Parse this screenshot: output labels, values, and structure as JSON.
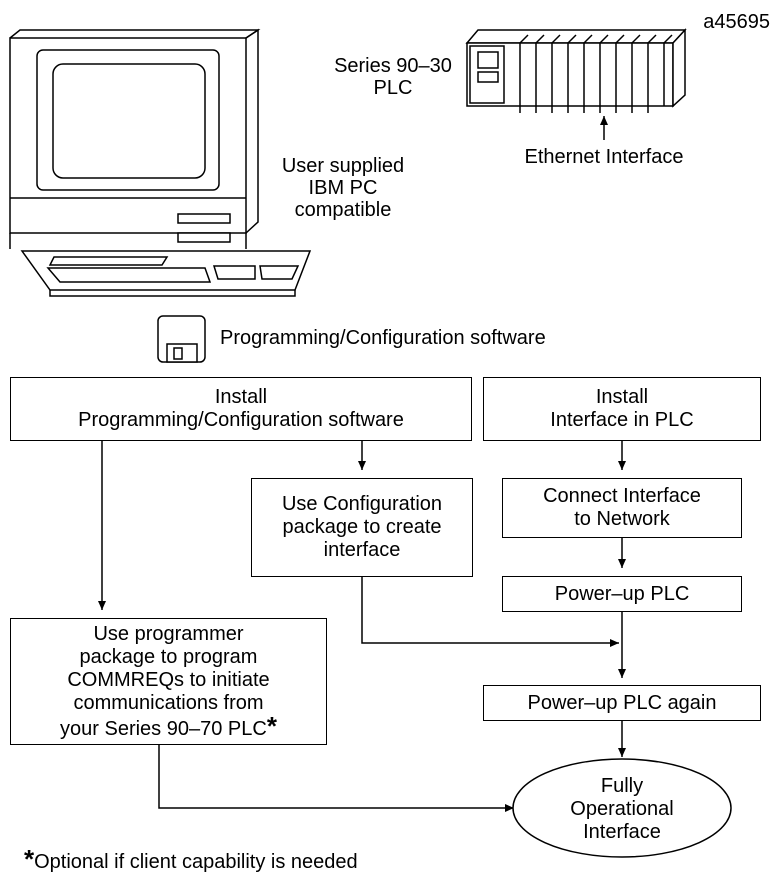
{
  "figure_id": "a45695",
  "labels": {
    "plc": [
      "Series 90–30",
      "PLC"
    ],
    "ethernet_interface": "Ethernet Interface",
    "pc": [
      "User supplied",
      "IBM PC",
      "compatible"
    ],
    "software": "Programming/Configuration software"
  },
  "boxes": {
    "install_software": [
      "Install",
      "Programming/Configuration software"
    ],
    "install_interface": [
      "Install",
      "Interface in PLC"
    ],
    "use_config": [
      "Use Configuration",
      "package to create",
      "interface"
    ],
    "connect_interface": [
      "Connect Interface",
      "to Network"
    ],
    "power_up": [
      "Power–up PLC"
    ],
    "use_programmer": [
      "Use programmer",
      "package to program",
      "COMMREQs to initiate",
      "communications from",
      "your Series 90–70 PLC"
    ],
    "power_up_again": [
      "Power–up PLC again"
    ],
    "fully_operational": [
      "Fully",
      "Operational",
      "Interface"
    ]
  },
  "asterisk": "*",
  "footnote": "Optional if client capability is needed"
}
